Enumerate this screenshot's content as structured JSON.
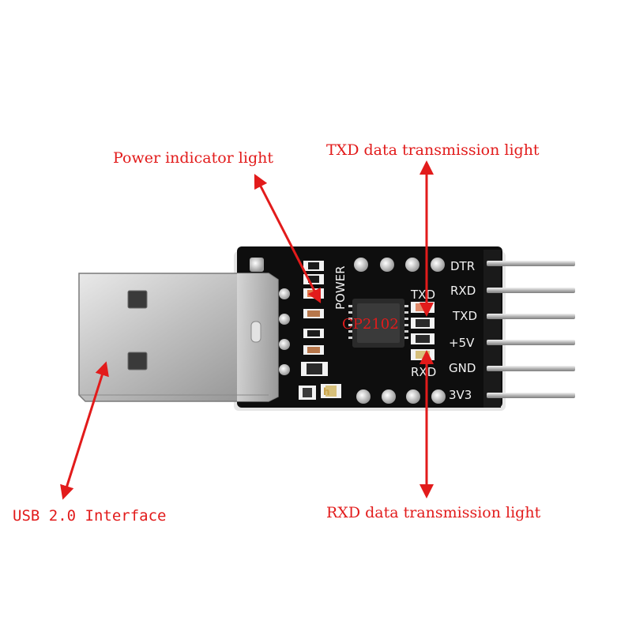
{
  "callouts": {
    "power": "Power indicator light",
    "txd": "TXD data transmission light",
    "rxd": "RXD data transmission light",
    "usb": "USB 2.0 Interface"
  },
  "board": {
    "chip_label": "CP2102",
    "pin_labels": [
      "DTR",
      "RXD",
      "TXD",
      "+5V",
      "GND",
      "3V3"
    ],
    "silkscreen": {
      "power": "POWER",
      "txd": "TXD",
      "rxd": "RXD",
      "led_h": "h"
    }
  },
  "colors": {
    "annotation": "#e21b1b",
    "pcb": "#0d0d0d",
    "silkscreen": "#f2f2f2",
    "usb_metal": "#c9c9c9"
  }
}
